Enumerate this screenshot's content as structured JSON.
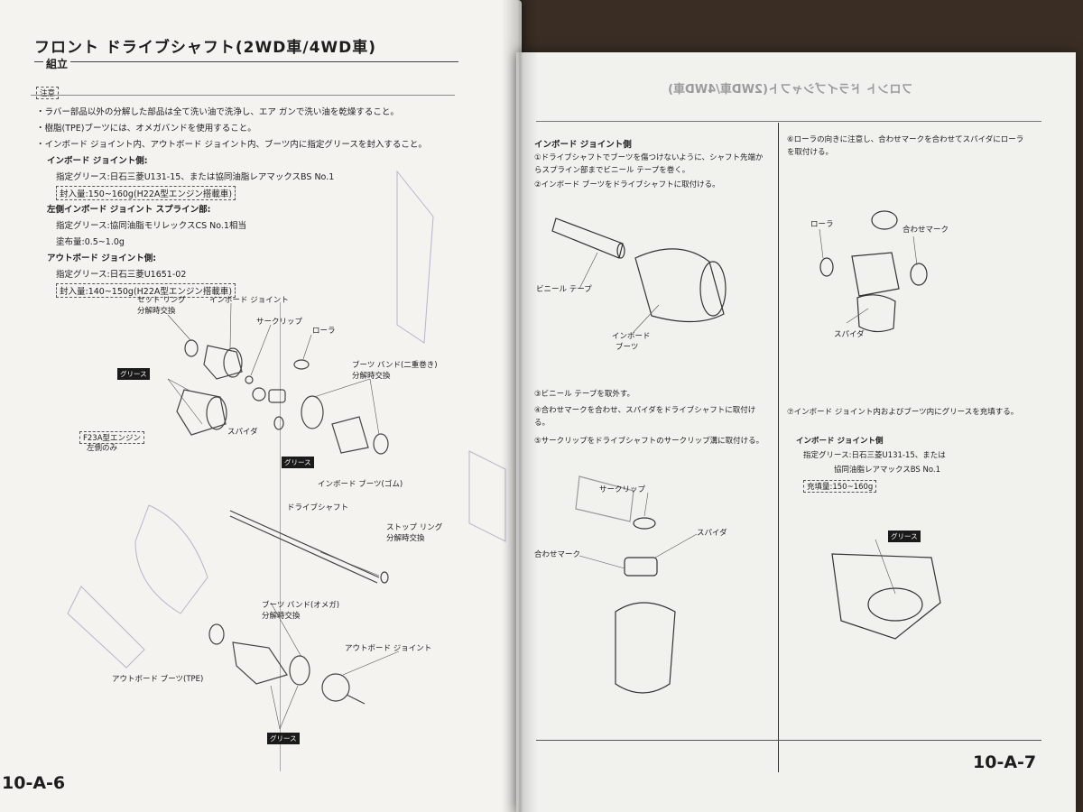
{
  "left_page": {
    "title": "フロント ドライブシャフト(2WD車/4WD車)",
    "section": "組立",
    "caution_label": "注意",
    "notes": [
      "・ラバー部品以外の分解した部品は全て洗い油で洗浄し、エア ガンで洗い油を乾燥すること。",
      "・樹脂(TPE)ブーツには、オメガバンドを使用すること。",
      "・インボード ジョイント内、アウトボード ジョイント内、ブーツ内に指定グリースを封入すること。"
    ],
    "spec_lines": [
      "インボード ジョイント側:",
      "指定グリース:日石三菱U131-15、または協同油脂レアマックスBS No.1",
      "封入量:150~160g(H22A型エンジン搭載車)",
      "左側インボード ジョイント スプライン部:",
      "指定グリース:協同油脂モリレックスCS No.1相当",
      "塗布量:0.5~1.0g",
      "アウトボード ジョイント側:",
      "指定グリース:日石三菱U1651-02",
      "封入量:140~150g(H22A型エンジン搭載車)"
    ],
    "labels": {
      "set_ring": "セット リング",
      "inboard_joint": "インボード ジョイント",
      "replace_on_disassembly": "分解時交換",
      "circlip": "サークリップ",
      "roller": "ローラ",
      "boot_band_double": "ブーツ バンド(二重巻き)",
      "grease": "グリース",
      "spider": "スパイダ",
      "f23a_note_1": "F23A型エンジン",
      "f23a_note_2": "左側のみ",
      "inboard_boot_rubber": "インボード ブーツ(ゴム)",
      "driveshaft": "ドライブシャフト",
      "stop_ring": "ストップ リング",
      "boot_band_omega": "ブーツ バンド(オメガ)",
      "outboard_joint": "アウトボード ジョイント",
      "outboard_boot_tpe": "アウトボード ブーツ(TPE)"
    },
    "page_number": "10-A-6"
  },
  "right_page": {
    "mirrored_header": "フロント ドライブシャフト(2WD車/4WD車)",
    "col1": {
      "heading": "インボード ジョイント側",
      "step1": "①ドライブシャフトでブーツを傷つけないように、シャフト先端からスプライン部までビニール テープを巻く。",
      "step2": "②インボード ブーツをドライブシャフトに取付ける。",
      "label_vinyl_tape": "ビニール テープ",
      "label_inboard_boot_1": "インボード",
      "label_inboard_boot_2": "ブーツ",
      "step3": "③ビニール テープを取外す。",
      "step4": "④合わせマークを合わせ、スパイダをドライブシャフトに取付ける。",
      "step5": "⑤サークリップをドライブシャフトのサークリップ溝に取付ける。",
      "label_circlip": "サークリップ",
      "label_spider": "スパイダ",
      "label_align_mark": "合わせマーク"
    },
    "col2": {
      "step6": "⑥ローラの向きに注意し、合わせマークを合わせてスパイダにローラを取付ける。",
      "label_roller": "ローラ",
      "label_align_mark": "合わせマーク",
      "label_spider": "スパイダ",
      "step7": "⑦インボード ジョイント内およびブーツ内にグリースを充填する。",
      "spec_heading": "インボード ジョイント側",
      "spec_grease_1": "指定グリース:日石三菱U131-15、または",
      "spec_grease_2": "協同油脂レアマックスBS No.1",
      "spec_fill": "充填量:150~160g",
      "label_grease": "グリース"
    },
    "page_number": "10-A-7"
  }
}
